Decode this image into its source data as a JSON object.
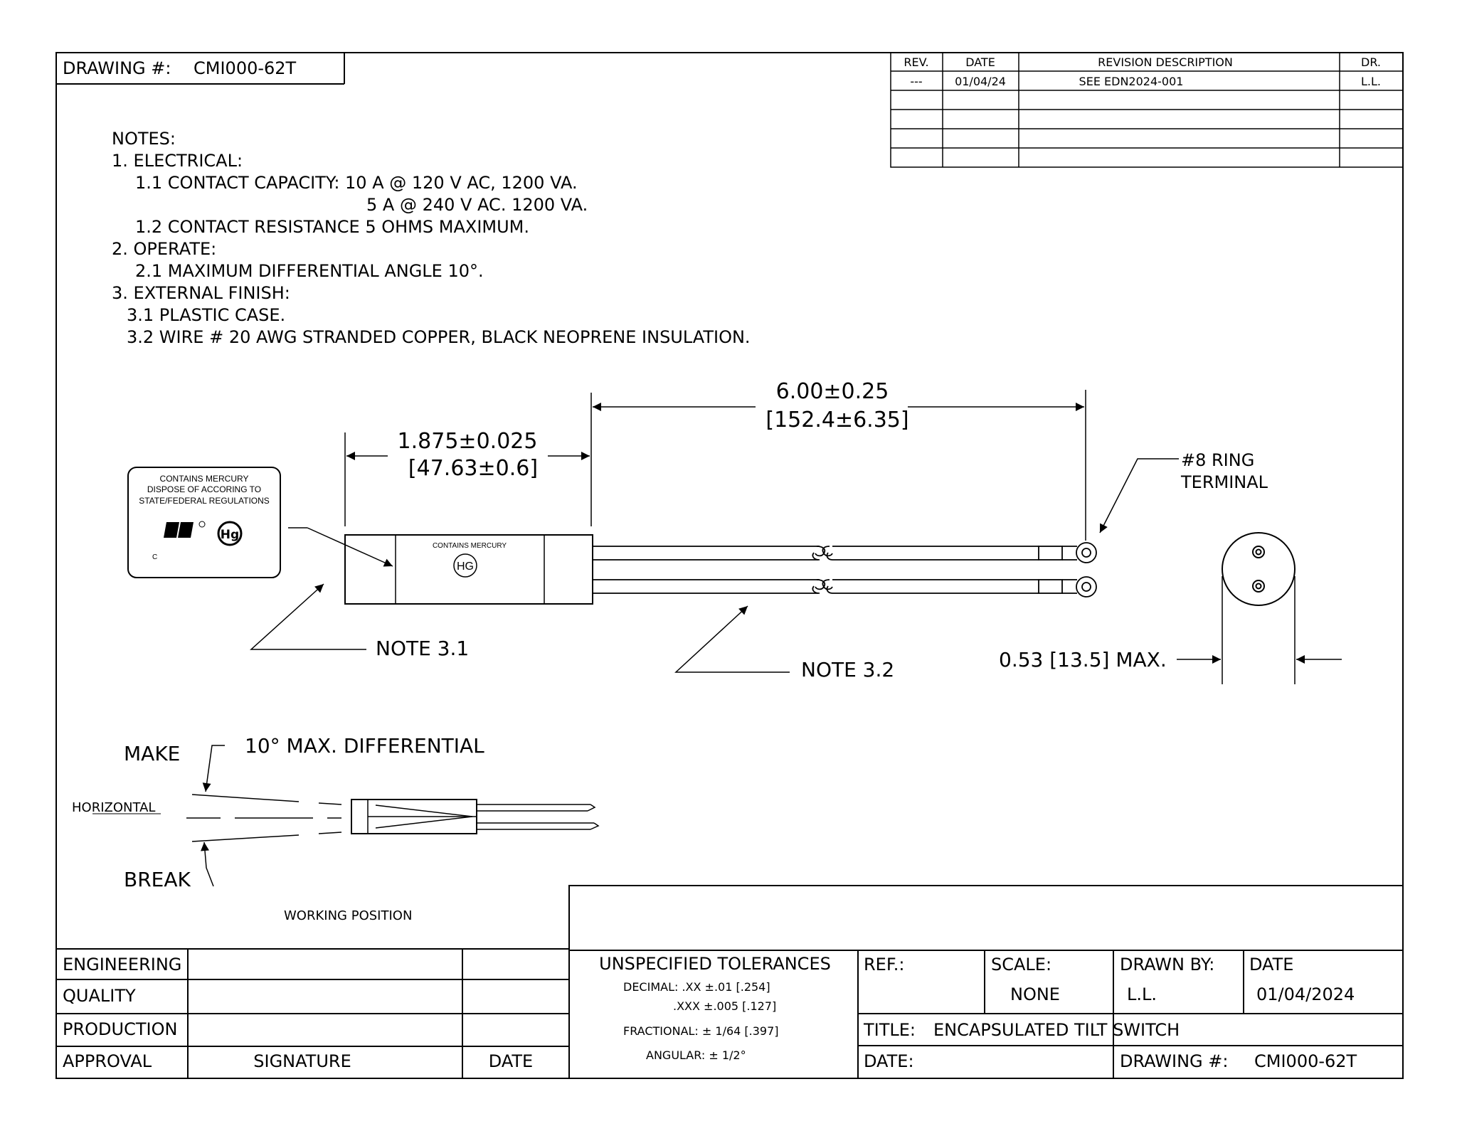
{
  "header": {
    "drawing_label": "DRAWING #:",
    "drawing_number": "CMI000-62T"
  },
  "revision_table": {
    "headers": [
      "REV.",
      "DATE",
      "REVISION DESCRIPTION",
      "DR."
    ],
    "rows": [
      [
        "---",
        "01/04/24",
        "SEE EDN2024-001",
        "L.L."
      ]
    ]
  },
  "notes": {
    "title": "NOTES:",
    "lines": [
      "1. ELECTRICAL:",
      "1.1 CONTACT CAPACITY:  10 A @ 120 V AC, 1200 VA.",
      "5 A @ 240 V AC. 1200 VA.",
      "1.2 CONTACT RESISTANCE 5 OHMS MAXIMUM.",
      "2. OPERATE:",
      "2.1 MAXIMUM DIFFERENTIAL ANGLE 10°.",
      "3. EXTERNAL FINISH:",
      "3.1 PLASTIC CASE.",
      "3.2 WIRE # 20 AWG STRANDED COPPER, BLACK NEOPRENE INSULATION."
    ]
  },
  "label_box": {
    "line1": "CONTAINS MERCURY",
    "line2": "DISPOSE OF ACCORING TO",
    "line3": "STATE/FEDERAL REGULATIONS",
    "ur_mark": "R",
    "hg_mark": "Hg",
    "c_mark": "C"
  },
  "switch_body": {
    "label": "CONTAINS MERCURY",
    "hg": "HG"
  },
  "dimensions": {
    "body_length": "1.875±0.025",
    "body_length_mm": "[47.63±0.6]",
    "lead_length": "6.00±0.25",
    "lead_length_mm": "[152.4±6.35]",
    "ring_terminal_1": "#8 RING",
    "ring_terminal_2": "TERMINAL",
    "diameter": "0.53 [13.5] MAX."
  },
  "callouts": {
    "note_31": "NOTE 3.1",
    "note_32": "NOTE 3.2"
  },
  "working_position": {
    "make": "MAKE",
    "differential": "10° MAX. DIFFERENTIAL",
    "horizontal": "HORIZONTAL",
    "break": "BREAK",
    "caption": "WORKING POSITION"
  },
  "approval_block": {
    "rows": [
      "ENGINEERING",
      "QUALITY",
      "PRODUCTION",
      "APPROVAL"
    ],
    "signature": "SIGNATURE",
    "date": "DATE"
  },
  "tolerances": {
    "title": "UNSPECIFIED TOLERANCES",
    "decimal": "DECIMAL:  .XX ±.01 [.254]",
    "decimal3": ".XXX ±.005 [.127]",
    "fractional": "FRACTIONAL:  ± 1/64 [.397]",
    "angular": "ANGULAR:  ± 1/2°"
  },
  "title_block": {
    "ref_label": "REF.:",
    "scale_label": "SCALE:",
    "scale_value": "NONE",
    "drawn_by_label": "DRAWN BY:",
    "drawn_by_value": "L.L.",
    "date_label": "DATE",
    "date_value": "01/04/2024",
    "title_label": "TITLE:",
    "title_value": "ENCAPSULATED TILT SWITCH",
    "bottom_date_label": "DATE:",
    "bottom_drawing_label": "DRAWING #:",
    "bottom_drawing_value": "CMI000-62T"
  }
}
